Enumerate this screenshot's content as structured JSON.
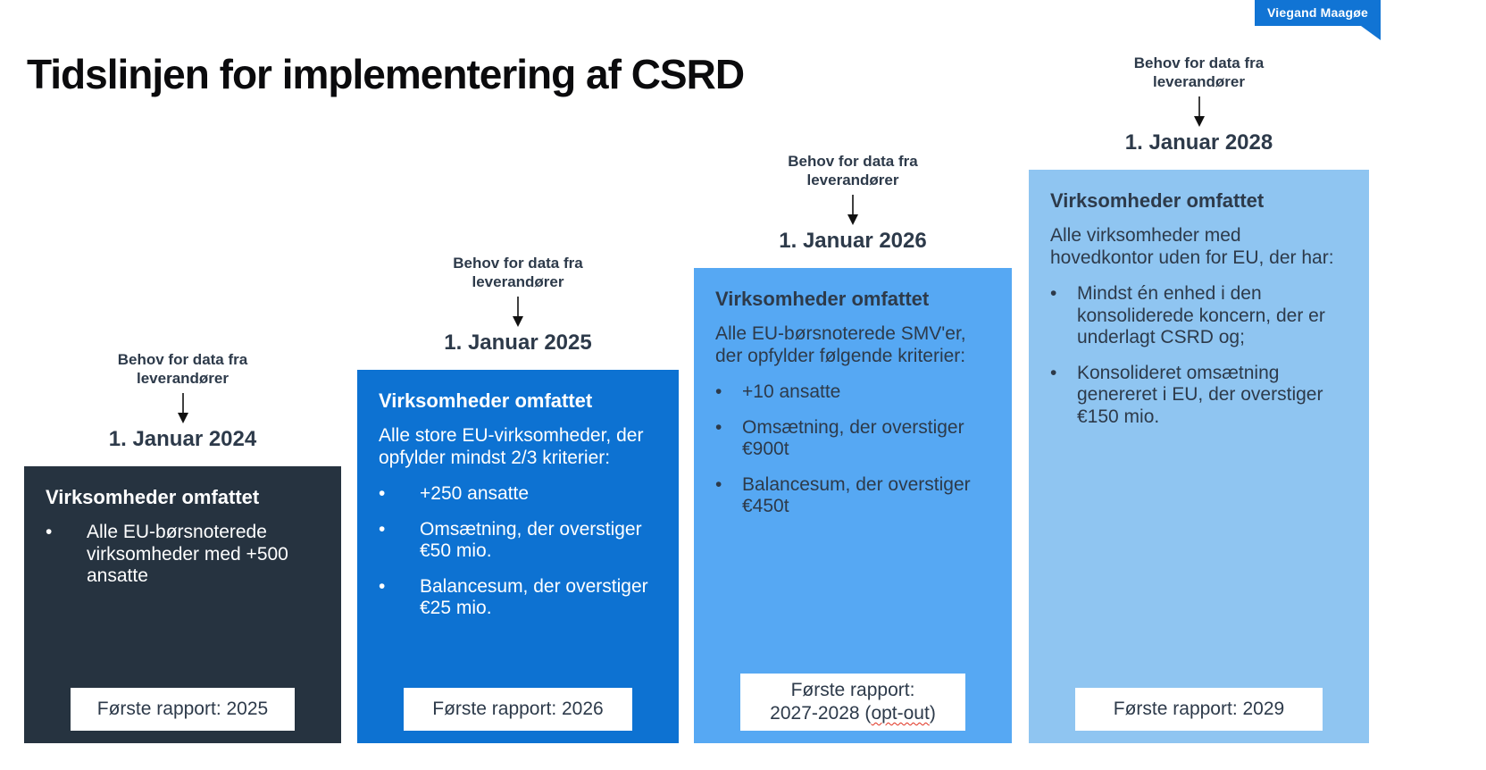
{
  "logo": {
    "text": "Viegand Maagøe"
  },
  "title": "Tidslinjen for implementering af CSRD",
  "colors": {
    "logo_blue": "#1174d4",
    "dark_navy_box": "#263340",
    "blue_box": "#0d72d2",
    "light_blue_box": "#56a8f3",
    "lighter_blue_box": "#8fc5f1",
    "navy_text": "#2d3a4a",
    "white_text": "#ffffff",
    "squiggle_red": "#e0301e"
  },
  "columns": [
    {
      "year": "2024",
      "supplier_label": "Behov for data fra leverandører",
      "date": "1. Januar 2024",
      "heading": "Virksomheder omfattet",
      "intro": "",
      "bullets": [
        "Alle EU-børsnoterede virksomheder med +500 ansatte"
      ],
      "report": {
        "line1": "Første rapport: 2025"
      },
      "box_color": "#263340",
      "text_color": "#ffffff"
    },
    {
      "year": "2025",
      "supplier_label": "Behov for data fra leverandører",
      "date": "1. Januar 2025",
      "heading": "Virksomheder omfattet",
      "intro": "Alle store EU-virksomheder, der opfylder mindst 2/3 kriterier:",
      "bullets": [
        "+250 ansatte",
        "Omsætning, der overstiger €50 mio.",
        "Balancesum, der overstiger €25 mio."
      ],
      "report": {
        "line1": "Første rapport: 2026"
      },
      "box_color": "#0d72d2",
      "text_color": "#ffffff"
    },
    {
      "year": "2026",
      "supplier_label": "Behov for data fra leverandører",
      "date": "1. Januar 2026",
      "heading": "Virksomheder omfattet",
      "intro": "Alle EU-børsnoterede SMV'er, der opfylder følgende kriterier:",
      "bullets": [
        "+10 ansatte",
        "Omsætning, der overstiger €900t",
        "Balancesum, der overstiger €450t"
      ],
      "report": {
        "line1": "Første rapport:",
        "line2_pre": "2027-2028 (",
        "line2_mark": "opt-out",
        "line2_post": ")"
      },
      "box_color": "#56a8f3",
      "text_color": "#2d3a4a"
    },
    {
      "year": "2028",
      "supplier_label": "Behov for data fra leverandører",
      "date": "1. Januar 2028",
      "heading": "Virksomheder omfattet",
      "intro": "Alle virksomheder med hovedkontor uden for EU, der har:",
      "bullets": [
        "Mindst én enhed i den konsoliderede koncern, der er underlagt CSRD og;",
        "Konsolideret omsætning genereret i EU, der overstiger €150 mio."
      ],
      "report": {
        "line1": "Første rapport: 2029"
      },
      "box_color": "#8fc5f1",
      "text_color": "#2d3a4a"
    }
  ]
}
